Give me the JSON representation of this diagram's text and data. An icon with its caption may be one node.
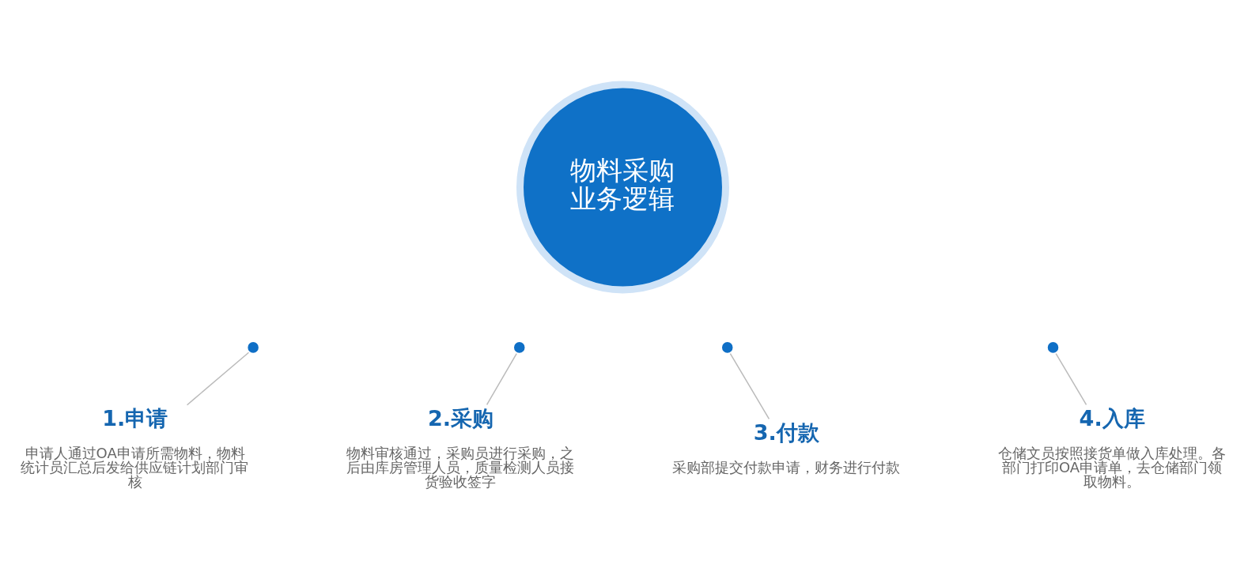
{
  "diagram": {
    "nodes": [
      {
        "text": [
          "物料采购业务逻辑"
        ]
      },
      {
        "text": [],
        "shape": "circle"
      },
      {
        "text": [
          "1.申请",
          "申请人通过OA申请所需物料，物料统计员汇总后发给供应链计划部门审核"
        ]
      },
      {
        "text": [],
        "shape": "circle"
      },
      {
        "text": [
          "2.采购",
          "物料审核通过，采购员进行采购，之后由库房管理人员，质量检测人员接货验收签字"
        ]
      },
      {
        "text": [],
        "shape": "circle"
      },
      {
        "text": [
          "3.付款",
          "采购部提交付款申请，财务进行付款"
        ]
      },
      {
        "text": [],
        "shape": "circle"
      },
      {
        "text": [
          "4.入库",
          "仓储文员按照接货单做入库处理。各部门打印OA申请单，去仓储部门领取物料。"
        ]
      }
    ],
    "edges": [
      {
        "from": 1,
        "to": 2,
        "arrow": "none"
      },
      {
        "from": 3,
        "to": 4,
        "arrow": "none"
      },
      {
        "from": 5,
        "to": 6,
        "arrow": "none"
      },
      {
        "from": 7,
        "to": 8,
        "arrow": "none"
      }
    ]
  }
}
